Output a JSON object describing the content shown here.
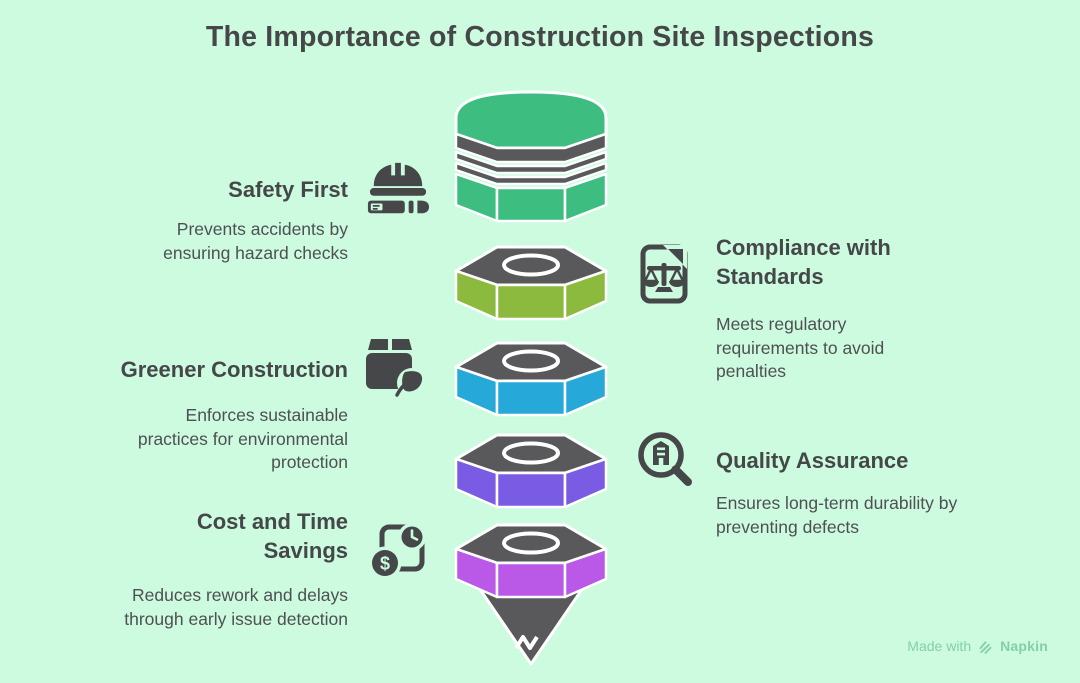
{
  "title": "The Importance of Construction Site Inspections",
  "colors": {
    "bg": "#ccfbe0",
    "ink": "#454748",
    "desc": "#4e5052",
    "gray": "#59595b",
    "cap": "#3dbd7f",
    "nut1": "#8cba3e",
    "nut2": "#26a8d8",
    "nut3": "#7a5ce4",
    "nut4": "#ba58e8",
    "watermark": "#84cfa8"
  },
  "left_items": [
    {
      "heading": "Safety First",
      "description": "Prevents accidents by ensuring hazard checks",
      "icon": "hard-hat-and-level"
    },
    {
      "heading": "Greener Construction",
      "description": "Enforces sustainable practices for environmental protection",
      "icon": "package-with-leaf"
    },
    {
      "heading": "Cost and Time Savings",
      "description": "Reduces rework and delays through early issue detection",
      "icon": "invoice-clock-dollar"
    }
  ],
  "right_items": [
    {
      "heading": "Compliance with Standards",
      "description": "Meets regulatory requirements to avoid penalties",
      "icon": "document-with-scales"
    },
    {
      "heading": "Quality Assurance",
      "description": "Ensures long-term durability by preventing defects",
      "icon": "magnifier-with-building"
    }
  ],
  "pencil": {
    "shape": "pencil made of stacked hex nuts with dark tip",
    "segments": [
      "green-cap-with-ferrule-bands",
      "lime-hex-nut",
      "blue-hex-nut",
      "purple-hex-nut",
      "magenta-hex-nut",
      "dark-pencil-tip"
    ]
  },
  "watermark": {
    "prefix": "Made with",
    "brand": "Napkin"
  }
}
